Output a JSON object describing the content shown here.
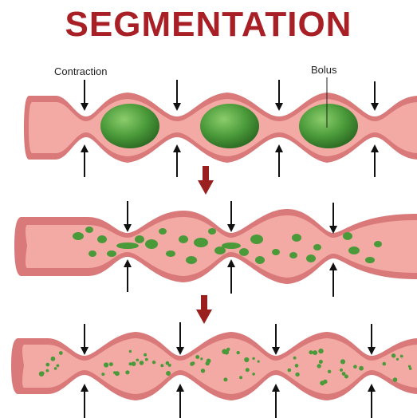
{
  "title": "SEGMENTATION",
  "labels": {
    "contraction": "Contraction",
    "bolus": "Bolus"
  },
  "colors": {
    "title": "#a82025",
    "tube_outer": "#d9797a",
    "tube_wall": "#f4a9a4",
    "tube_lumen": "#ef9c97",
    "bolus": "#4a9a3a",
    "step_arrow": "#9a1f1f"
  },
  "stages": [
    {
      "name": "stage-1-intact-boluses"
    },
    {
      "name": "stage-2-fragmenting"
    },
    {
      "name": "stage-3-mixed"
    }
  ]
}
